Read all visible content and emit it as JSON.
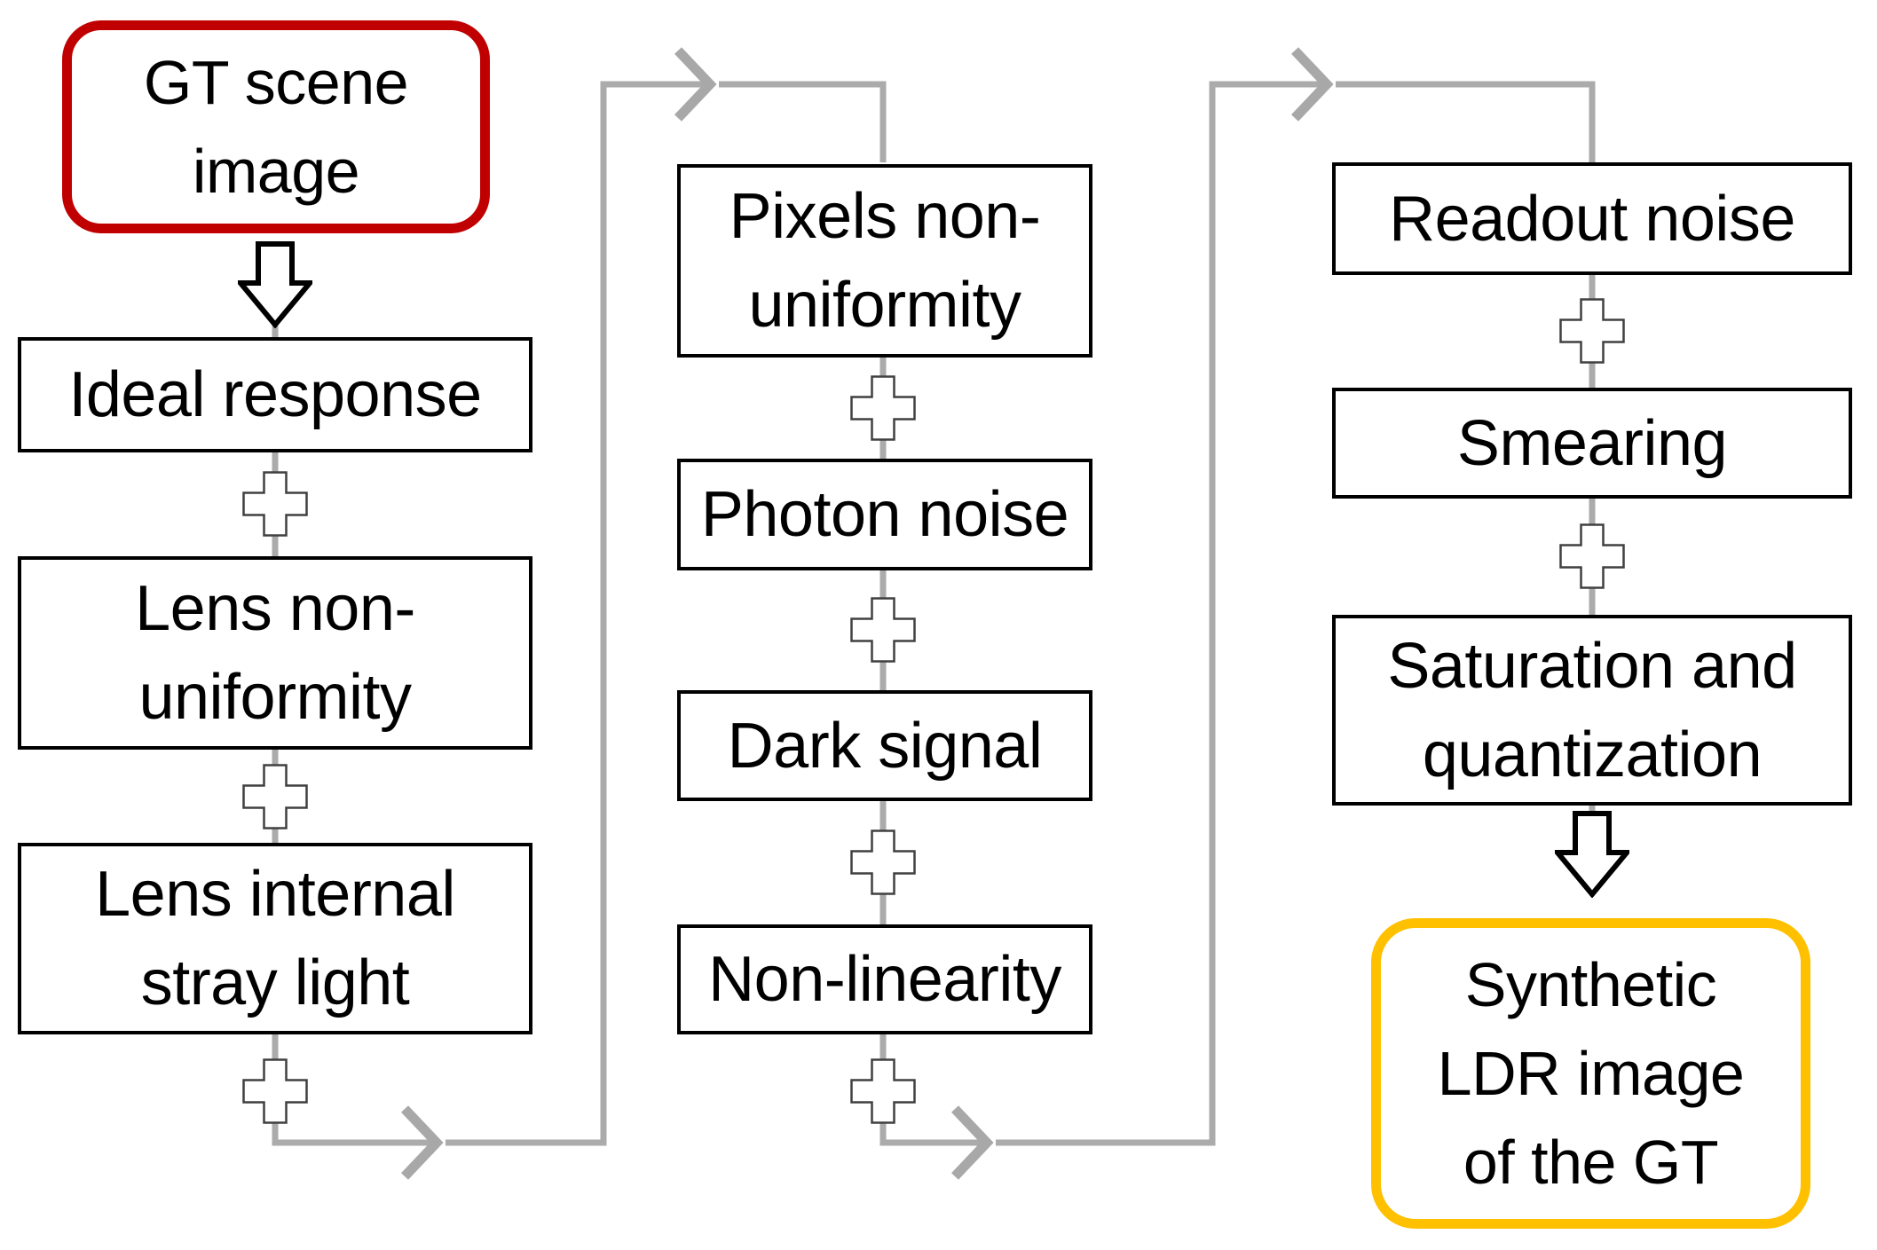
{
  "figure": {
    "type": "flowchart",
    "palette": {
      "source_node_border": "#C00000",
      "sink_node_border": "#FFC000",
      "step_box_border": "#000000",
      "connector_gray": "#ABABAB",
      "text_color": "#000000"
    },
    "source_node": {
      "label": "GT scene\nimage"
    },
    "sink_node": {
      "label": "Synthetic\nLDR image\nof the GT"
    },
    "columns": [
      {
        "steps": [
          {
            "label": "Ideal response"
          },
          {
            "label": "Lens non-\nuniformity"
          },
          {
            "label": "Lens internal\nstray light"
          }
        ]
      },
      {
        "steps": [
          {
            "label": "Pixels non-\nuniformity"
          },
          {
            "label": "Photon noise"
          },
          {
            "label": "Dark signal"
          },
          {
            "label": "Non-linearity"
          }
        ]
      },
      {
        "steps": [
          {
            "label": "Readout noise"
          },
          {
            "label": "Smearing"
          },
          {
            "label": "Saturation and\nquantization"
          }
        ]
      }
    ]
  }
}
